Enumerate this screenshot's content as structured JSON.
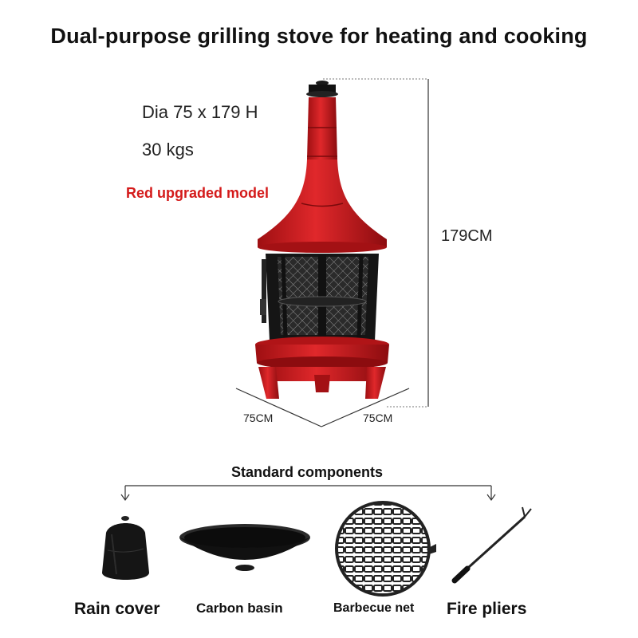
{
  "title": "Dual-purpose grilling stove for heating and cooking",
  "specs": {
    "size": "Dia 75 x 179 H",
    "weight": "30 kgs",
    "model": "Red upgraded model"
  },
  "dimensions": {
    "height": "179CM",
    "width_left": "75CM",
    "width_right": "75CM"
  },
  "components": {
    "heading": "Standard components",
    "items": [
      {
        "label": "Rain cover",
        "icon": "rain-cover-icon"
      },
      {
        "label": "Carbon basin",
        "icon": "carbon-basin-icon"
      },
      {
        "label": "Barbecue net",
        "icon": "barbecue-net-icon"
      },
      {
        "label": "Fire pliers",
        "icon": "fire-pliers-icon"
      }
    ]
  },
  "colors": {
    "accent_red": "#c9191c",
    "model_text": "#d41a1a",
    "metal_black": "#1a1a1a"
  }
}
